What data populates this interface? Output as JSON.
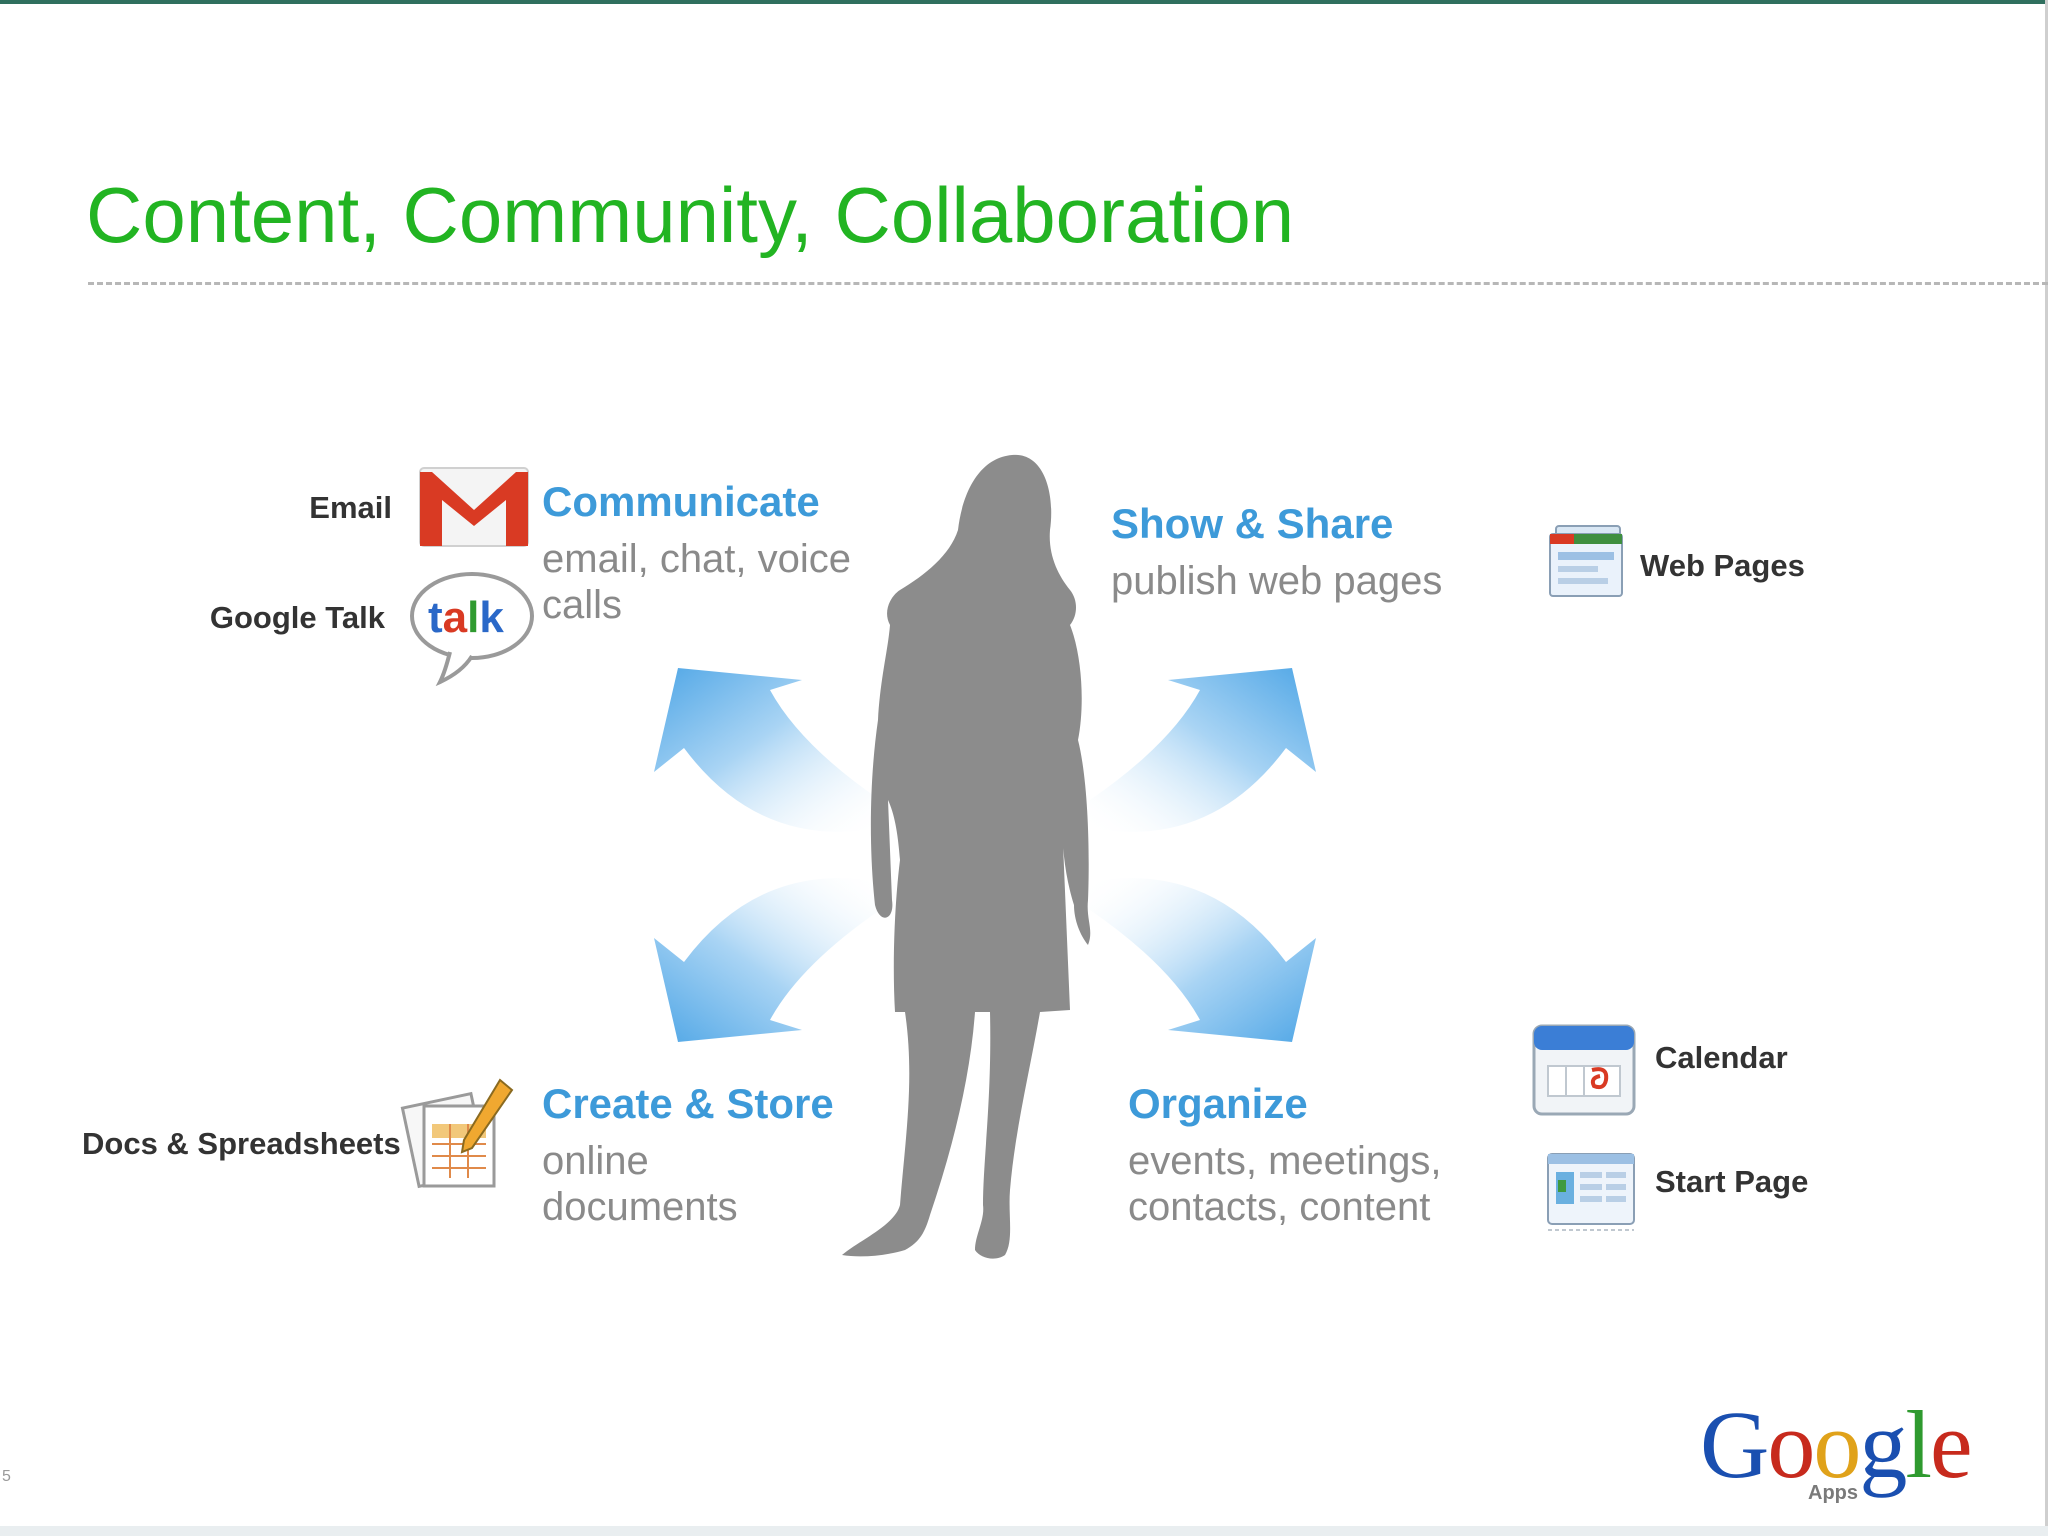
{
  "slide": {
    "title": "Content, Community, Collaboration",
    "page_number": "5"
  },
  "quadrants": {
    "communicate": {
      "heading": "Communicate",
      "desc_line1": "email, chat, voice",
      "desc_line2": "calls"
    },
    "show_share": {
      "heading": "Show & Share",
      "desc_line1": "publish web pages"
    },
    "create_store": {
      "heading": "Create & Store",
      "desc_line1": "online",
      "desc_line2": "documents"
    },
    "organize": {
      "heading": "Organize",
      "desc_line1": "events, meetings,",
      "desc_line2": "contacts, content"
    }
  },
  "apps": {
    "email": {
      "label": "Email",
      "icon": "gmail-icon"
    },
    "google_talk": {
      "label": "Google Talk",
      "icon": "google-talk-icon",
      "icon_text": "talk"
    },
    "web_pages": {
      "label": "Web Pages",
      "icon": "web-pages-icon"
    },
    "docs": {
      "label": "Docs & Spreadsheets",
      "icon": "docs-spreadsheets-icon"
    },
    "calendar": {
      "label": "Calendar",
      "icon": "calendar-icon"
    },
    "start_page": {
      "label": "Start Page",
      "icon": "start-page-icon"
    }
  },
  "logo": {
    "letters": [
      "G",
      "o",
      "o",
      "g",
      "l",
      "e"
    ],
    "subtitle": "Apps"
  },
  "colors": {
    "title": "#22b422",
    "heading": "#3d9ad9",
    "description": "#8a8a8a",
    "app_label": "#333333",
    "silhouette": "#8c8c8c",
    "arrow": "#5fb0ea"
  }
}
